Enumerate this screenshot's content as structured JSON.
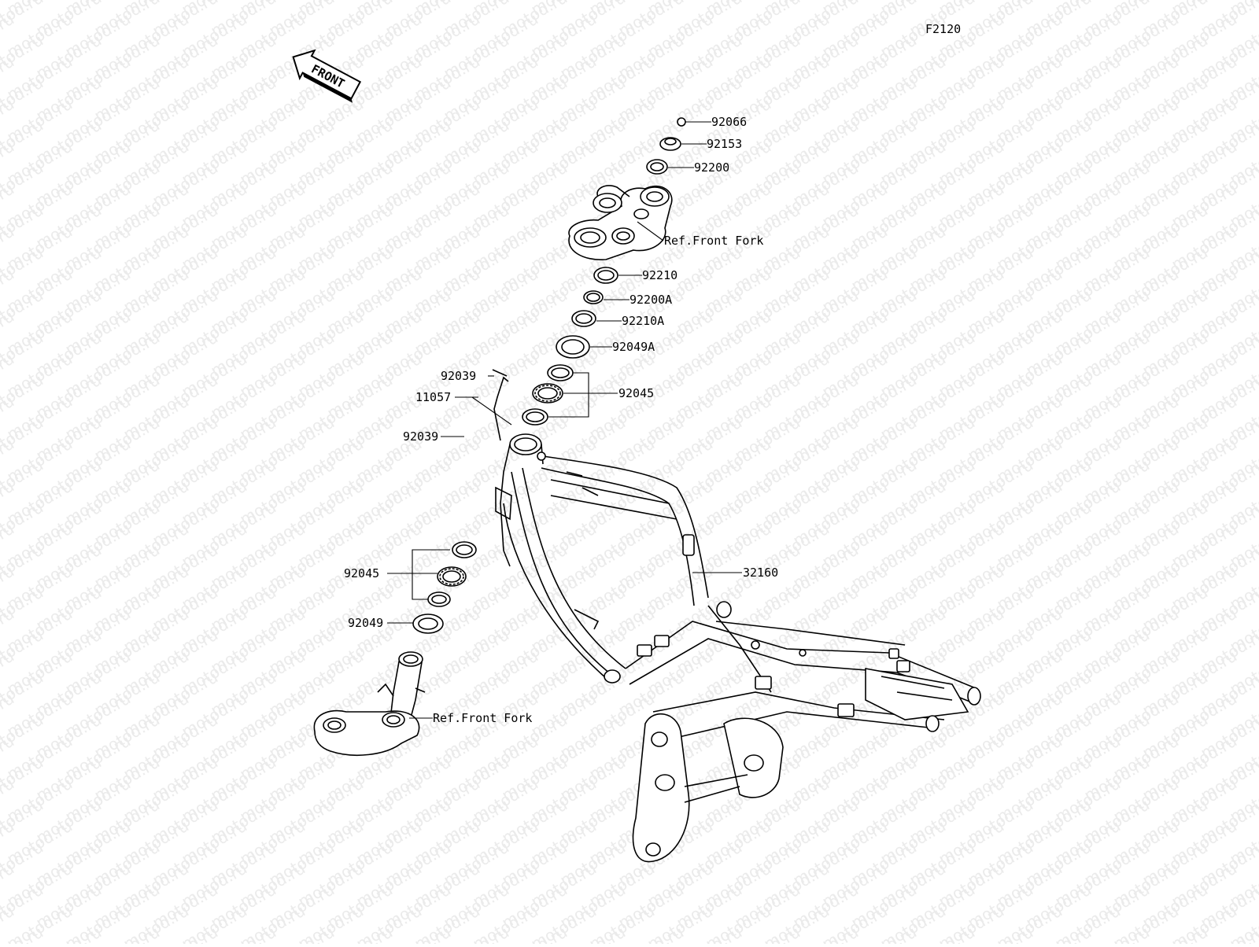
{
  "diagram": {
    "code": "F2120",
    "watermark": "motod.ru",
    "front_arrow": "FRONT",
    "parts": [
      {
        "id": "p92066",
        "label": "92066"
      },
      {
        "id": "p92153",
        "label": "92153"
      },
      {
        "id": "p92200",
        "label": "92200"
      },
      {
        "id": "pRefTop",
        "label": "Ref.Front Fork"
      },
      {
        "id": "p92210",
        "label": "92210"
      },
      {
        "id": "p92200A",
        "label": "92200A"
      },
      {
        "id": "p92210A",
        "label": "92210A"
      },
      {
        "id": "p92049A",
        "label": "92049A"
      },
      {
        "id": "p92039a",
        "label": "92039"
      },
      {
        "id": "p11057",
        "label": "11057"
      },
      {
        "id": "p92045top",
        "label": "92045"
      },
      {
        "id": "p92039b",
        "label": "92039"
      },
      {
        "id": "p32160",
        "label": "32160"
      },
      {
        "id": "p92045bot",
        "label": "92045"
      },
      {
        "id": "p92049",
        "label": "92049"
      },
      {
        "id": "pRefBot",
        "label": "Ref.Front Fork"
      }
    ]
  }
}
